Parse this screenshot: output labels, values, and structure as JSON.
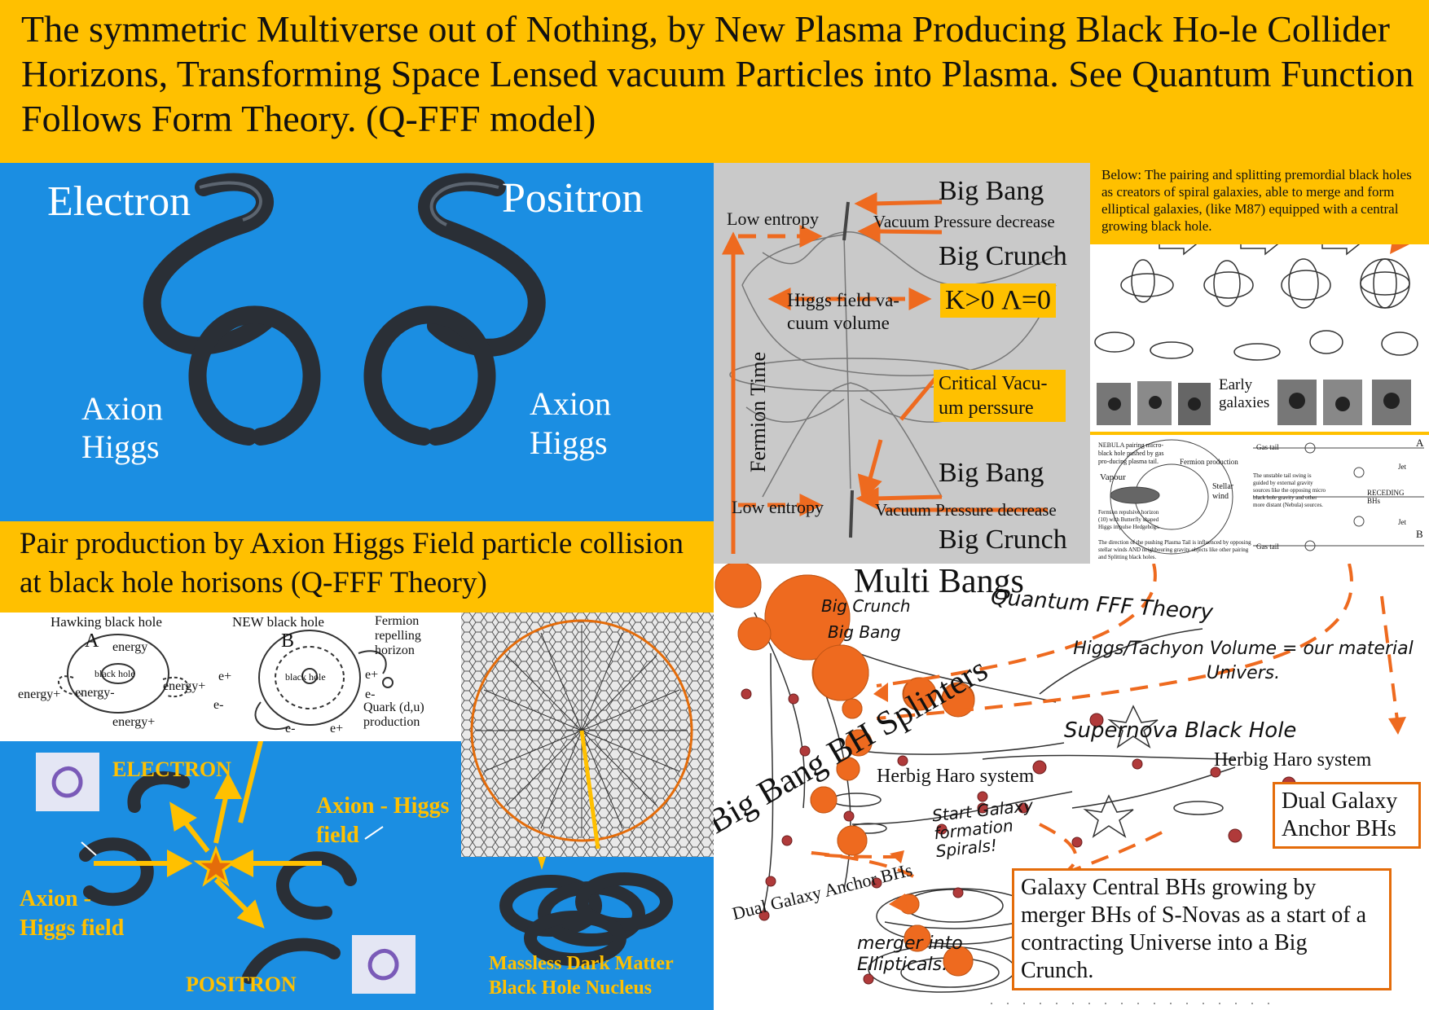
{
  "title": "The symmetric Multiverse out of Nothing, by New Plasma Producing Black Ho-le Collider Horizons, Transforming Space Lensed vacuum Particles into Plasma. See Quantum Function Follows Form Theory. (Q-FFF model)",
  "top_left": {
    "electron": "Electron",
    "positron": "Positron",
    "axion_higgs_left_1": "Axion",
    "axion_higgs_left_2": "Higgs",
    "axion_higgs_right_1": "Axion",
    "axion_higgs_right_2": "Higgs"
  },
  "pair_caption": "Pair production by Axion Higgs Field particle collision at black hole horisons (Q-FFF Theory)",
  "hawking": {
    "hawking_label": "Hawking black hole",
    "new_label": "NEW black hole",
    "a": "A",
    "b": "B",
    "black_hole": "black hole",
    "black_hole_b": "black hole",
    "energy_1": "energy",
    "energy_2": "energy+",
    "energy_3": "energy+",
    "energy_4": "energy-",
    "energy_5": "energy+",
    "eplus_1": "e+",
    "eminus_1": "e-",
    "eplus_2": "e+",
    "eminus_2": "e-",
    "eminus_3": "e-",
    "eplus_3": "e+",
    "fermion": "Fermion repelling horizon",
    "quark": "Quark (d,u) production"
  },
  "bottom_left": {
    "electron": "ELECTRON",
    "positron": "POSITRON",
    "axion_right": "Axion - Higgs field",
    "axion_left": "Axion - Higgs field",
    "massless": "Massless Dark Matter Black Hole Nucleus"
  },
  "gray": {
    "big_bang_1": "Big Bang",
    "low_entropy_1": "Low entropy",
    "vacuum_1": "Vacuum Pressure decrease",
    "big_crunch_1": "Big Crunch",
    "higgs": "Higgs field va-cuum volume",
    "k": "K>0 Λ=0",
    "fermion_time": "Fermion Time",
    "critical": "Critical Vacu-um perssure",
    "big_bang_2": "Big Bang",
    "low_entropy_2": "Low entropy",
    "vacuum_2": "Vacuum Pressure decrease",
    "big_crunch_2": "Big Crunch"
  },
  "galaxies": {
    "below_text": "Below: The pairing and splitting premordial black holes as creators of spiral galaxies, able to merge and form elliptical galaxies, (like M87) equipped with a central growing black hole.",
    "early": "Early galaxies",
    "nebula": "NEBULA pairing micro-black hole pushed by gas pro-ducing plasma tail.",
    "vapour": "Vapour",
    "stellar": "Stellar wind",
    "fermion_prod": "Fermion production",
    "fermion_repulsive": "Fermion repulsive horizon (10) with Butterfly shaped Higgs impulse Hedgehogs.",
    "direction": "The direction of the pushing Plasma Tail is influenced by opposing stellar winds AND neighbouring gravity objects like other pairing and Splitting black holes.",
    "gas_tail_1": "Gas tail",
    "gas_tail_2": "Gas tail",
    "unstable": "The unstable tail swing is guided by external gravity sources like the opposing micro black hole gravity and other more distant (Nebula) sources.",
    "receding": "RECEDING BHs",
    "jet_1": "Jet",
    "jet_2": "Jet",
    "a": "A",
    "b": "B"
  },
  "sketch": {
    "multi_bangs": "Multi Bangs",
    "big_crunch": "Big Crunch",
    "big_bang": "Big Bang",
    "qfff": "Quantum FFF Theory",
    "higgs_tachyon": "Higgs/Tachyon Volume = our material Univers.",
    "splinters": "Big Bang BH Splinters",
    "supernova": "Supernova Black Hole",
    "herbig_1": "Herbig Haro system",
    "herbig_2": "Herbig Haro system",
    "start_galaxy": "Start Galaxy formation Spirals!",
    "dual_anchor": "Dual Galaxy Anchor BHs",
    "dual_box": "Dual Galaxy Anchor BHs",
    "central_box": "Galaxy Central BHs growing by merger BHs of S-Novas as a start of a contracting Universe into a Big Crunch.",
    "merger": "merger into Ellipticals."
  },
  "colors": {
    "accent_yellow": "#ffc000",
    "accent_orange": "#e46c0a",
    "blue_bg": "#1b8ee2"
  }
}
